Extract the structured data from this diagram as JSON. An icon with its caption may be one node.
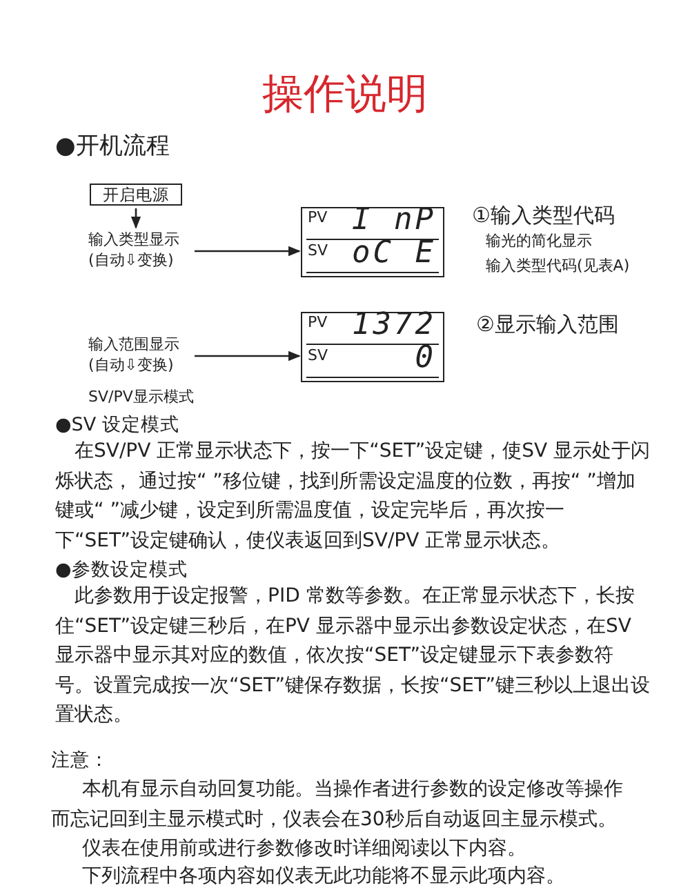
{
  "diagram": {
    "title": "操作说明",
    "nodes": [
      {
        "text": [
          "开启电源"
        ]
      },
      {
        "text": [
          "输入类型显示(自动⇩变换)"
        ]
      },
      {
        "text": [
          "PV",
          "I nP",
          "SV",
          "oC E"
        ],
        "beside": [
          "①输入类型代码",
          "输光的简化显示",
          "输入类型代码(见表A)"
        ]
      },
      {
        "text": [
          "PV",
          "1372",
          "SV",
          "0"
        ],
        "beside": [
          "②显示输入范围"
        ]
      },
      {
        "text": [
          "输入范围显示(自动⇩变换)"
        ]
      }
    ],
    "edges": [
      {
        "from": 0,
        "to": 1,
        "arrow": "to"
      },
      {
        "from": 1,
        "to": 2,
        "arrow": "to"
      },
      {
        "from": 4,
        "to": 3,
        "arrow": "to"
      }
    ],
    "labels": [
      "●开机流程",
      "SV/PV显示模式",
      "●SV 设定模式",
      "在SV/PV 正常显示状态下，按一下“SET”设定键，使SV 显示处于闪烁状态， 通过按“ ”移位键，找到所需设定温度的位数，再按“ ”增加键或“ ”减少键，设定到所需温度值，设定完毕后，再次按一下“SET”设定键确认，使仪表返回到SV/PV 正常显示状态。",
      "●参数设定模式",
      "此参数用于设定报警，PID 常数等参数。在正常显示状态下，长按住“SET”设定键三秒后，在PV 显示器中显示出参数设定状态，在SV 显示器中显示其对应的数值，依次按“SET”设定键显示下表参数符号。设置完成按一次“SET”键保存数据，长按“SET”键三秒以上退出设置状态。",
      "注意：",
      "本机有显示自动回复功能。当操作者进行参数的设定修改等操作而忘记回到主显示模式时，仪表会在30秒后自动返回主显示模式。",
      "仪表在使用前或进行参数修改时详细阅读以下内容。",
      "下列流程中各项内容如仪表无此功能将不显示此项内容。"
    ]
  }
}
